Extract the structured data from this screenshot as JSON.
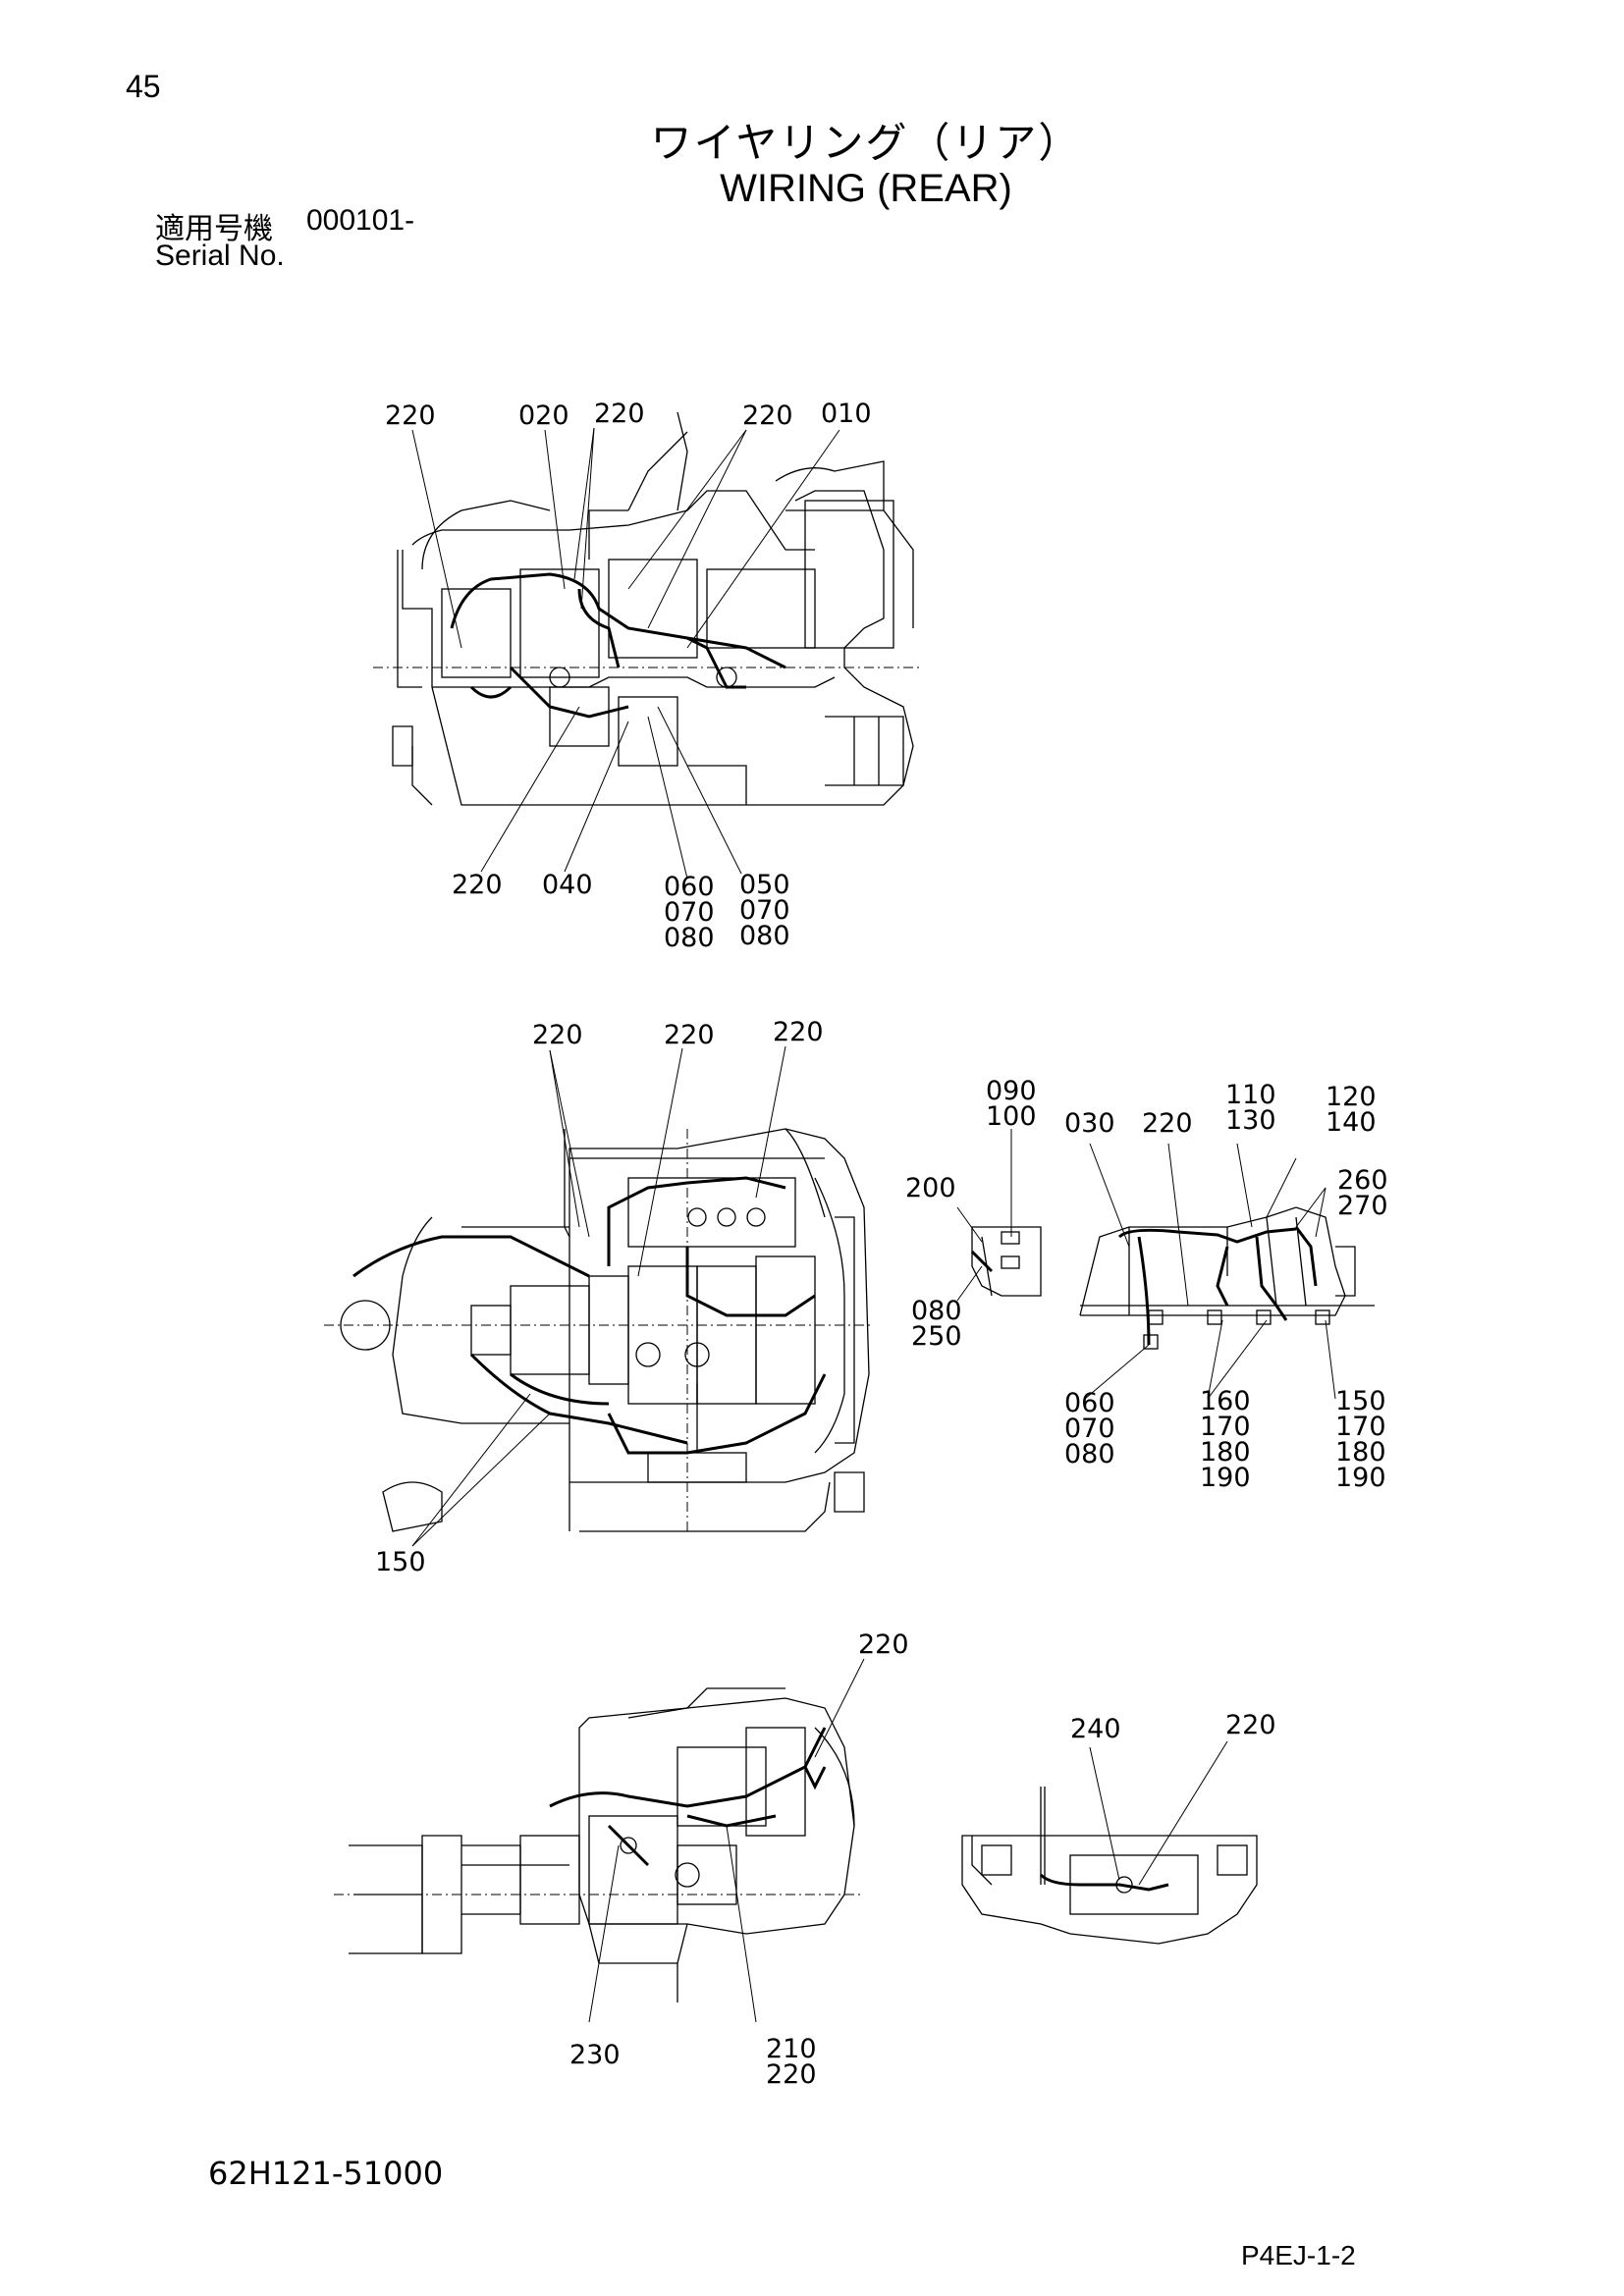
{
  "header": {
    "page_number": "45",
    "title_ja": "ワイヤリング（リア）",
    "title_en": "WIRING (REAR)",
    "serial_label_ja": "適用号機",
    "serial_value": "000101-",
    "serial_label_en": "Serial No."
  },
  "footer": {
    "part_number": "62H121-51000",
    "page_code": "P4EJ-1-2"
  },
  "views": {
    "side": {
      "top_labels": [
        "220",
        "020",
        "220",
        "220",
        "010"
      ],
      "bottom_labels": [
        "220",
        "040",
        "060",
        "070",
        "080",
        "050",
        "070",
        "080"
      ]
    },
    "top": {
      "top_labels": [
        "220",
        "220",
        "220"
      ],
      "bottom_labels": [
        "150"
      ]
    },
    "detail_small": {
      "labels": [
        "090",
        "100",
        "200",
        "080",
        "250"
      ]
    },
    "detail_right": {
      "labels": [
        "030",
        "220",
        "110",
        "130",
        "120",
        "140",
        "260",
        "270",
        "060",
        "070",
        "080",
        "160",
        "170",
        "180",
        "190",
        "150",
        "170",
        "180",
        "190"
      ]
    },
    "bottom": {
      "labels": [
        "220",
        "230",
        "210",
        "220"
      ]
    },
    "rear": {
      "labels": [
        "240",
        "220"
      ]
    }
  }
}
